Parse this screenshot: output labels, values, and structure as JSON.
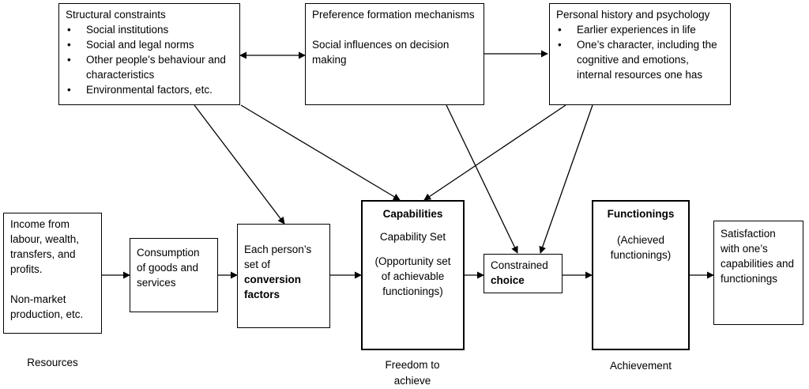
{
  "boxes": {
    "structural": {
      "title": "Structural constraints",
      "items": [
        "Social institutions",
        "Social and legal norms",
        "Other people’s behaviour and characteristics",
        "Environmental factors, etc."
      ]
    },
    "preference": {
      "line1": "Preference formation mechanisms",
      "line2": "Social influences on decision making"
    },
    "personal": {
      "title": "Personal history and psychology",
      "items": [
        "Earlier experiences in life",
        "One’s character, including the cognitive and emotions, internal resources one has"
      ]
    },
    "income": {
      "line1": "Income from labour, wealth, transfers, and profits.",
      "line2": "Non-market production, etc."
    },
    "consumption": {
      "text": "Consumption of goods and services"
    },
    "conversion": {
      "text": "Each person’s set of",
      "bold": "conversion factors"
    },
    "capabilities": {
      "title": "Capabilities",
      "line1": "Capability Set",
      "line2": "(Opportunity set of achievable functionings)"
    },
    "choice": {
      "text": "Constrained",
      "bold": "choice"
    },
    "functionings": {
      "title": "Functionings",
      "line1": "(Achieved functionings)"
    },
    "satisfaction": {
      "text": "Satisfaction with one’s capabilities and functionings"
    }
  },
  "labels": {
    "resources": "Resources",
    "freedom": "Freedom to achieve",
    "achievement": "Achievement"
  }
}
